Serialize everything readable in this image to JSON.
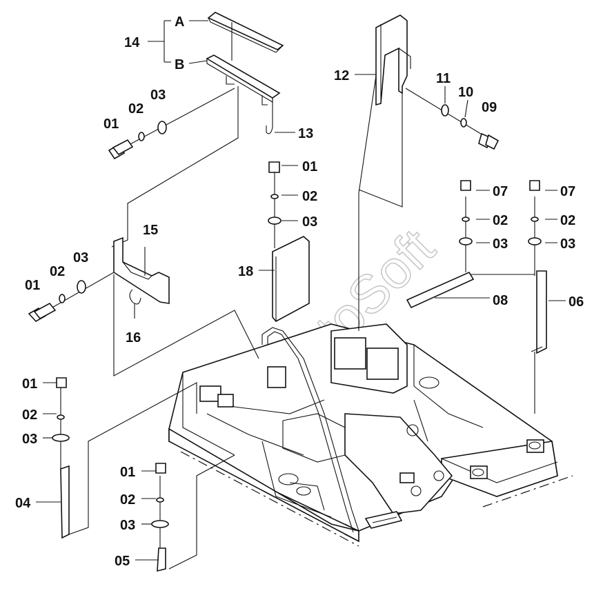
{
  "watermark": "AutoSoft",
  "labels": {
    "A": "A",
    "B": "B",
    "p01": "01",
    "p02": "02",
    "p03": "03",
    "p04": "04",
    "p05": "05",
    "p06": "06",
    "p07": "07",
    "p08": "08",
    "p09": "09",
    "p10": "10",
    "p11": "11",
    "p12": "12",
    "p13": "13",
    "p14": "14",
    "p15": "15",
    "p16": "16",
    "p18": "18"
  }
}
